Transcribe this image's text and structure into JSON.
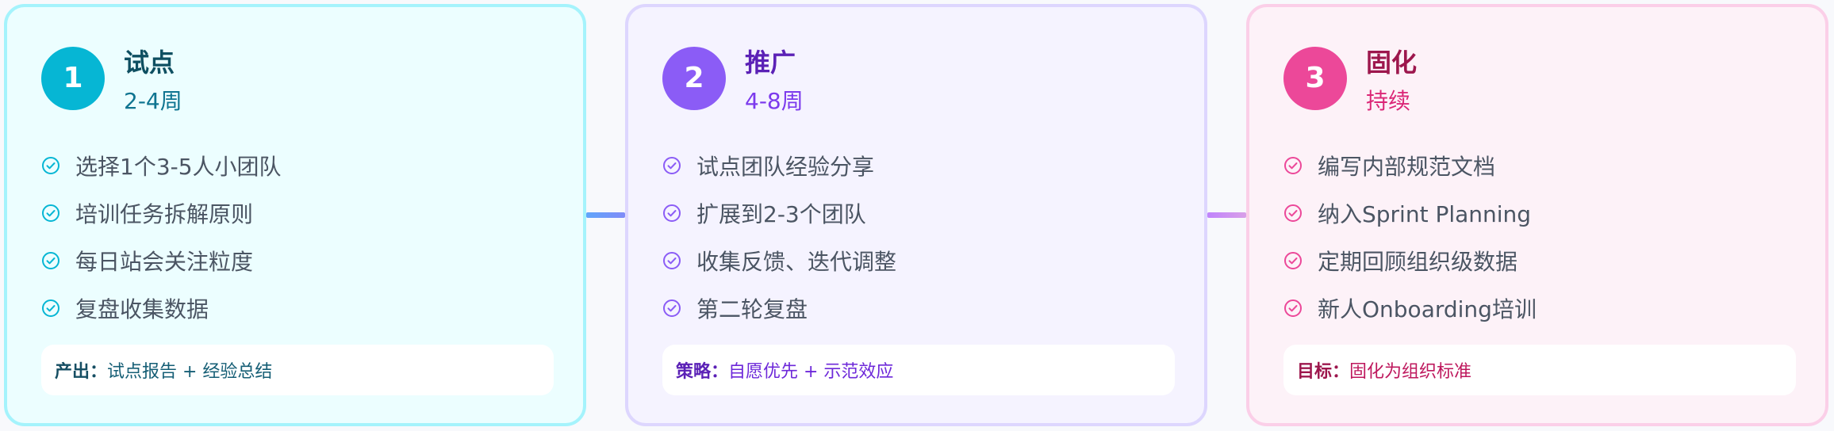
{
  "colors": {
    "phase1_accent": "#06b6d4",
    "phase2_accent": "#8b5cf6",
    "phase3_accent": "#ec4899"
  },
  "icons": {
    "item": "check-circle-icon"
  },
  "phases": [
    {
      "number": "1",
      "title": "试点",
      "duration": "2-4周",
      "items": [
        "选择1个3-5人小团队",
        "培训任务拆解原则",
        "每日站会关注粒度",
        "复盘收集数据"
      ],
      "footer_label": "产出：",
      "footer_value": "试点报告 + 经验总结"
    },
    {
      "number": "2",
      "title": "推广",
      "duration": "4-8周",
      "items": [
        "试点团队经验分享",
        "扩展到2-3个团队",
        "收集反馈、迭代调整",
        "第二轮复盘"
      ],
      "footer_label": "策略：",
      "footer_value": "自愿优先 + 示范效应"
    },
    {
      "number": "3",
      "title": "固化",
      "duration": "持续",
      "items": [
        "编写内部规范文档",
        "纳入Sprint Planning",
        "定期回顾组织级数据",
        "新人Onboarding培训"
      ],
      "footer_label": "目标：",
      "footer_value": "固化为组织标准"
    }
  ]
}
